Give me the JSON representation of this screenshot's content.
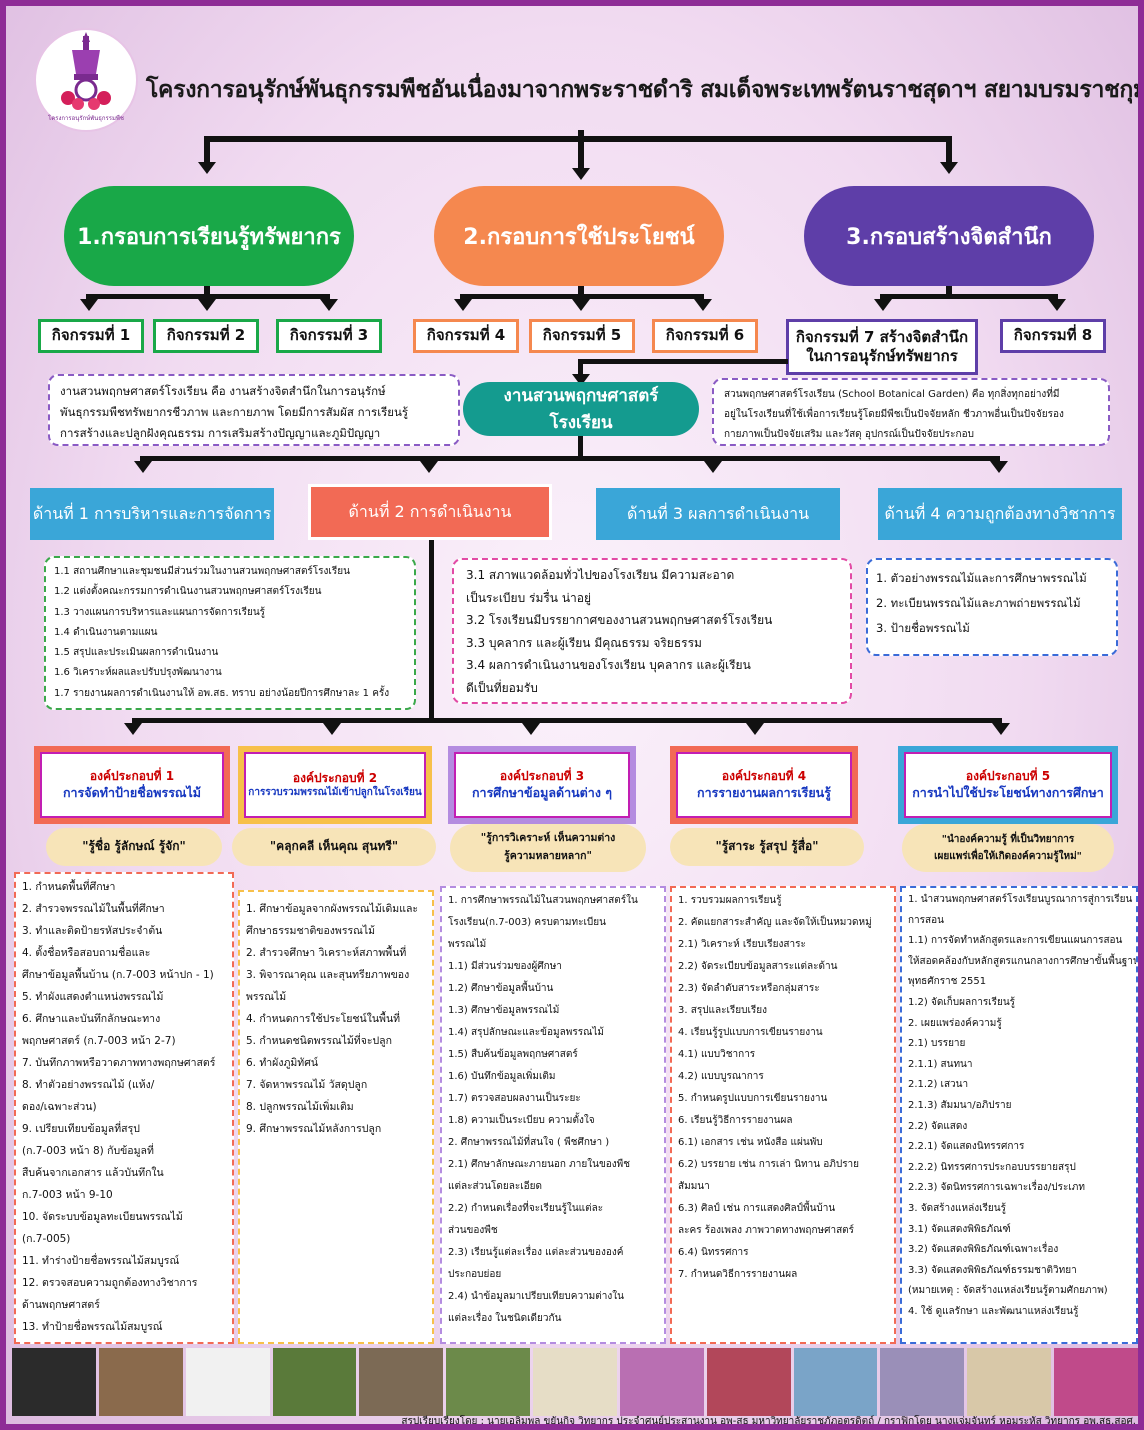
{
  "title": "โครงการอนุรักษ์พันธุกรรมพืชอันเนื่องมาจากพระราชดำริ สมเด็จพระเทพรัตนราชสุดาฯ สยามบรมราชกุมารี (อพ.สธ)",
  "logo_caption": "โครงการอนุรักษ์พันธุกรรมพืช",
  "frameworks": [
    {
      "label": "1.กรอบการเรียนรู้ทรัพยากร",
      "color": "#19a848"
    },
    {
      "label": "2.กรอบการใช้ประโยชน์",
      "color": "#f5884f"
    },
    {
      "label": "3.กรอบสร้างจิตสำนึก",
      "color": "#5e3ea8"
    }
  ],
  "activities": [
    "กิจกรรมที่ 1",
    "กิจกรรมที่ 2",
    "กิจกรรมที่ 3",
    "กิจกรรมที่ 4",
    "กิจกรรมที่ 5",
    "กิจกรรมที่ 6",
    "กิจกรรมที่ 7 สร้างจิตสำนึก",
    "ในการอนุรักษ์ทรัพยากร",
    "กิจกรรมที่ 8"
  ],
  "center": "งานสวนพฤกษศาสตร์โรงเรียน",
  "left_desc": [
    "งานสวนพฤกษศาสตร์โรงเรียน คือ งานสร้างจิตสำนึกในการอนุรักษ์",
    "พันธุกรรมพืชทรัพยากรชีวภาพ และกายภาพ โดยมีการสัมผัส การเรียนรู้",
    "การสร้างและปลูกฝังคุณธรรม การเสริมสร้างปัญญาและภูมิปัญญา"
  ],
  "right_desc": [
    "สวนพฤกษศาสตร์โรงเรียน (School Botanical Garden) คือ ทุกสิ่งทุกอย่างที่มี",
    "อยู่ในโรงเรียนที่ใช้เพื่อการเรียนรู้โดยมีพืชเป็นปัจจัยหลัก ชีวภาพอื่นเป็นปัจจัยรอง",
    "กายภาพเป็นปัจจัยเสริม และวัสดุ อุปกรณ์เป็นปัจจัยประกอบ"
  ],
  "aspects": [
    "ด้านที่ 1 การบริหารและการจัดการ",
    "ด้านที่ 2 การดำเนินงาน",
    "ด้านที่ 3 ผลการดำเนินงาน",
    "ด้านที่ 4 ความถูกต้องทางวิชาการ"
  ],
  "aspect1_items": [
    "1.1 สถานศึกษาและชุมชนมีส่วนร่วมในงานสวนพฤกษศาสตร์โรงเรียน",
    "1.2 แต่งตั้งคณะกรรมการดำเนินงานสวนพฤกษศาสตร์โรงเรียน",
    "1.3 วางแผนการบริหารและแผนการจัดการเรียนรู้",
    "1.4 ดำเนินงานตามแผน",
    "1.5 สรุปและประเมินผลการดำเนินงาน",
    "1.6 วิเคราะห์ผลและปรับปรุงพัฒนางาน",
    "1.7 รายงานผลการดำเนินงานให้ อพ.สธ. ทราบ อย่างน้อยปีการศึกษาละ 1 ครั้ง"
  ],
  "aspect3_items": [
    "3.1 สภาพแวดล้อมทั่วไปของโรงเรียน มีความสะอาด",
    "เป็นระเบียบ ร่มรื่น น่าอยู่",
    "3.2 โรงเรียนมีบรรยากาศของงานสวนพฤกษศาสตร์โรงเรียน",
    "3.3 บุคลากร และผู้เรียน มีคุณธรรม จริยธรรม",
    "3.4 ผลการดำเนินงานของโรงเรียน บุคลากร และผู้เรียน",
    "ดีเป็นที่ยอมรับ"
  ],
  "aspect4_items": [
    "1. ตัวอย่างพรรณไม้และการศึกษาพรรณไม้",
    "2. ทะเบียนพรรณไม้และภาพถ่ายพรรณไม้",
    "3. ป้ายชื่อพรรณไม้"
  ],
  "components": [
    {
      "num": "องค์ประกอบที่ 1",
      "name": "การจัดทำป้ายชื่อพรรณไม้",
      "motto": [
        "\"รู้ชื่อ รู้ลักษณ์ รู้จัก\""
      ]
    },
    {
      "num": "องค์ประกอบที่ 2",
      "name": "การรวบรวมพรรณไม้เข้าปลูกในโรงเรียน",
      "motto": [
        "\"คลุกคลี เห็นคุณ สุนทรี\""
      ]
    },
    {
      "num": "องค์ประกอบที่ 3",
      "name": "การศึกษาข้อมูลด้านต่าง ๆ",
      "motto": [
        "\"รู้การวิเคราะห์ เห็นความต่าง",
        "รู้ความหลายหลาก\""
      ]
    },
    {
      "num": "องค์ประกอบที่ 4",
      "name": "การรายงานผลการเรียนรู้",
      "motto": [
        "\"รู้สาระ รู้สรุป รู้สื่อ\""
      ]
    },
    {
      "num": "องค์ประกอบที่ 5",
      "name": "การนำไปใช้ประโยชน์ทางการศึกษา",
      "motto": [
        "\"นำองค์ความรู้ ที่เป็นวิทยาการ",
        "เผยแพร่เพื่อให้เกิดองค์ความรู้ใหม่\""
      ]
    }
  ],
  "details": [
    [
      "1. กำหนดพื้นที่ศึกษา",
      "2. สำรวจพรรณไม้ในพื้นที่ศึกษา",
      "3. ทำและติดป้ายรหัสประจำต้น",
      "4. ตั้งชื่อหรือสอบถามชื่อและ",
      "ศึกษาข้อมูลพื้นบ้าน (ก.7-003 หน้าปก - 1)",
      "5. ทำผังแสดงตำแหน่งพรรณไม้",
      "6. ศึกษาและบันทึกลักษณะทาง",
      "พฤกษศาสตร์ (ก.7-003 หน้า 2-7)",
      "7. บันทึกภาพหรือวาดภาพทางพฤกษศาสตร์",
      "8. ทำตัวอย่างพรรณไม้ (แห้ง/",
      "ดอง/เฉพาะส่วน)",
      "9. เปรียบเทียบข้อมูลที่สรุป",
      "(ก.7-003 หน้า 8) กับข้อมูลที่",
      "สืบค้นจากเอกสาร แล้วบันทึกใน",
      "ก.7-003 หน้า 9-10",
      "10. จัดระบบข้อมูลทะเบียนพรรณไม้",
      "(ก.7-005)",
      "11. ทำร่างป้ายชื่อพรรณไม้สมบูรณ์",
      "12. ตรวจสอบความถูกต้องทางวิชาการ",
      "ด้านพฤกษศาสตร์",
      "13. ทำป้ายชื่อพรรณไม้สมบูรณ์"
    ],
    [
      "1. ศึกษาข้อมูลจากผังพรรณไม้เดิมและ",
      "ศึกษาธรรมชาติของพรรณไม้",
      "2. สำรวจศึกษา วิเคราะห์สภาพพื้นที่",
      "3. พิจารณาคุณ และสุนทรียภาพของ",
      "พรรณไม้",
      "4. กำหนดการใช้ประโยชน์ในพื้นที่",
      "5. กำหนดชนิดพรรณไม้ที่จะปลูก",
      "6. ทำผังภูมิทัศน์",
      "7. จัดหาพรรณไม้ วัสดุปลูก",
      "8. ปลูกพรรณไม้เพิ่มเติม",
      "9. ศึกษาพรรณไม้หลังการปลูก"
    ],
    [
      "1. การศึกษาพรรณไม้ในสวนพฤกษศาสตร์ใน",
      "โรงเรียน(ก.7-003) ครบตามทะเบียน",
      "พรรณไม้",
      "    1.1) มีส่วนร่วมของผู้ศึกษา",
      "    1.2) ศึกษาข้อมูลพื้นบ้าน",
      "    1.3) ศึกษาข้อมูลพรรณไม้",
      "    1.4) สรุปลักษณะและข้อมูลพรรณไม้",
      "    1.5) สืบค้นข้อมูลพฤกษศาสตร์",
      "    1.6) บันทึกข้อมูลเพิ่มเติม",
      "    1.7) ตรวจสอบผลงานเป็นระยะ",
      "    1.8) ความเป็นระเบียบ ความตั้งใจ",
      "2. ศึกษาพรรณไม้ที่สนใจ ( พืชศึกษา )",
      "    2.1) ศึกษาลักษณะภายนอก ภายในของพืช",
      "แต่ละส่วนโดยละเอียด",
      "    2.2) กำหนดเรื่องที่จะเรียนรู้ในแต่ละ",
      "ส่วนของพืช",
      "    2.3) เรียนรู้แต่ละเรื่อง แต่ละส่วนขององค์",
      "ประกอบย่อย",
      "    2.4) นำข้อมูลมาเปรียบเทียบความต่างใน",
      "แต่ละเรื่อง ในชนิดเดียวกัน"
    ],
    [
      "1. รวบรวมผลการเรียนรู้",
      "2. คัดแยกสาระสำคัญ และจัดให้เป็นหมวดหมู่",
      "    2.1) วิเคราะห์ เรียบเรียงสาระ",
      "    2.2) จัดระเบียบข้อมูลสาระแต่ละด้าน",
      "    2.3) จัดลำดับสาระหรือกลุ่มสาระ",
      "3. สรุปและเรียบเรียง",
      "4. เรียนรู้รูปแบบการเขียนรายงาน",
      "    4.1) แบบวิชาการ",
      "    4.2) แบบบูรณาการ",
      "5. กำหนดรูปแบบการเขียนรายงาน",
      "6. เรียนรู้วิธีการรายงานผล",
      "    6.1) เอกสาร เช่น หนังสือ แผ่นพับ",
      "    6.2) บรรยาย เช่น การเล่า นิทาน อภิปราย",
      "สัมมนา",
      "    6.3) ศิลป์ เช่น การแสดงศิลป์พื้นบ้าน",
      "ละคร ร้องเพลง ภาพวาดทางพฤกษศาสตร์",
      "    6.4) นิทรรศการ",
      "7. กำหนดวิธีการรายงานผล"
    ],
    [
      "1. นำสวนพฤกษศาสตร์โรงเรียนบูรณาการสู่การเรียน",
      "การสอน",
      "    1.1) การจัดทำหลักสูตรและการเขียนแผนการสอน",
      "ให้สอดคล้องกับหลักสูตรแกนกลางการศึกษาขั้นพื้นฐาน",
      "พุทธศักราช 2551",
      "    1.2) จัดเก็บผลการเรียนรู้",
      "2. เผยแพร่องค์ความรู้",
      "    2.1) บรรยาย",
      "        2.1.1) สนทนา",
      "        2.1.2) เสวนา",
      "        2.1.3) สัมมนา/อภิปราย",
      "    2.2) จัดแสดง",
      "        2.2.1) จัดแสดงนิทรรศการ",
      "        2.2.2) นิทรรศการประกอบบรรยายสรุป",
      "        2.2.3) จัดนิทรรศการเฉพาะเรื่อง/ประเภท",
      "3. จัดสร้างแหล่งเรียนรู้",
      "    3.1) จัดแสดงพิพิธภัณฑ์",
      "    3.2) จัดแสดงพิพิธภัณฑ์เฉพาะเรื่อง",
      "    3.3) จัดแสดงพิพิธภัณฑ์ธรรมชาติวิทยา",
      "(หมายเหตุ : จัดสร้างแหล่งเรียนรู้ตามศักยภาพ)",
      "4. ใช้ ดูแลรักษา และพัฒนาแหล่งเรียนรู้"
    ]
  ],
  "credit": "สรุปเรียบเรียงโดย : นายเอลิมพล ขยันกิจ วิทยากร ประจำศูนย์ประสานงาน อพ-สธ มหาวิทยาลัยราชภัฏอุตรดิตถ์ / กราฟิกโดย นางแจ่มจันทร์ หอมระหัส วิทยากร อพ.สธ.สอศ."
}
